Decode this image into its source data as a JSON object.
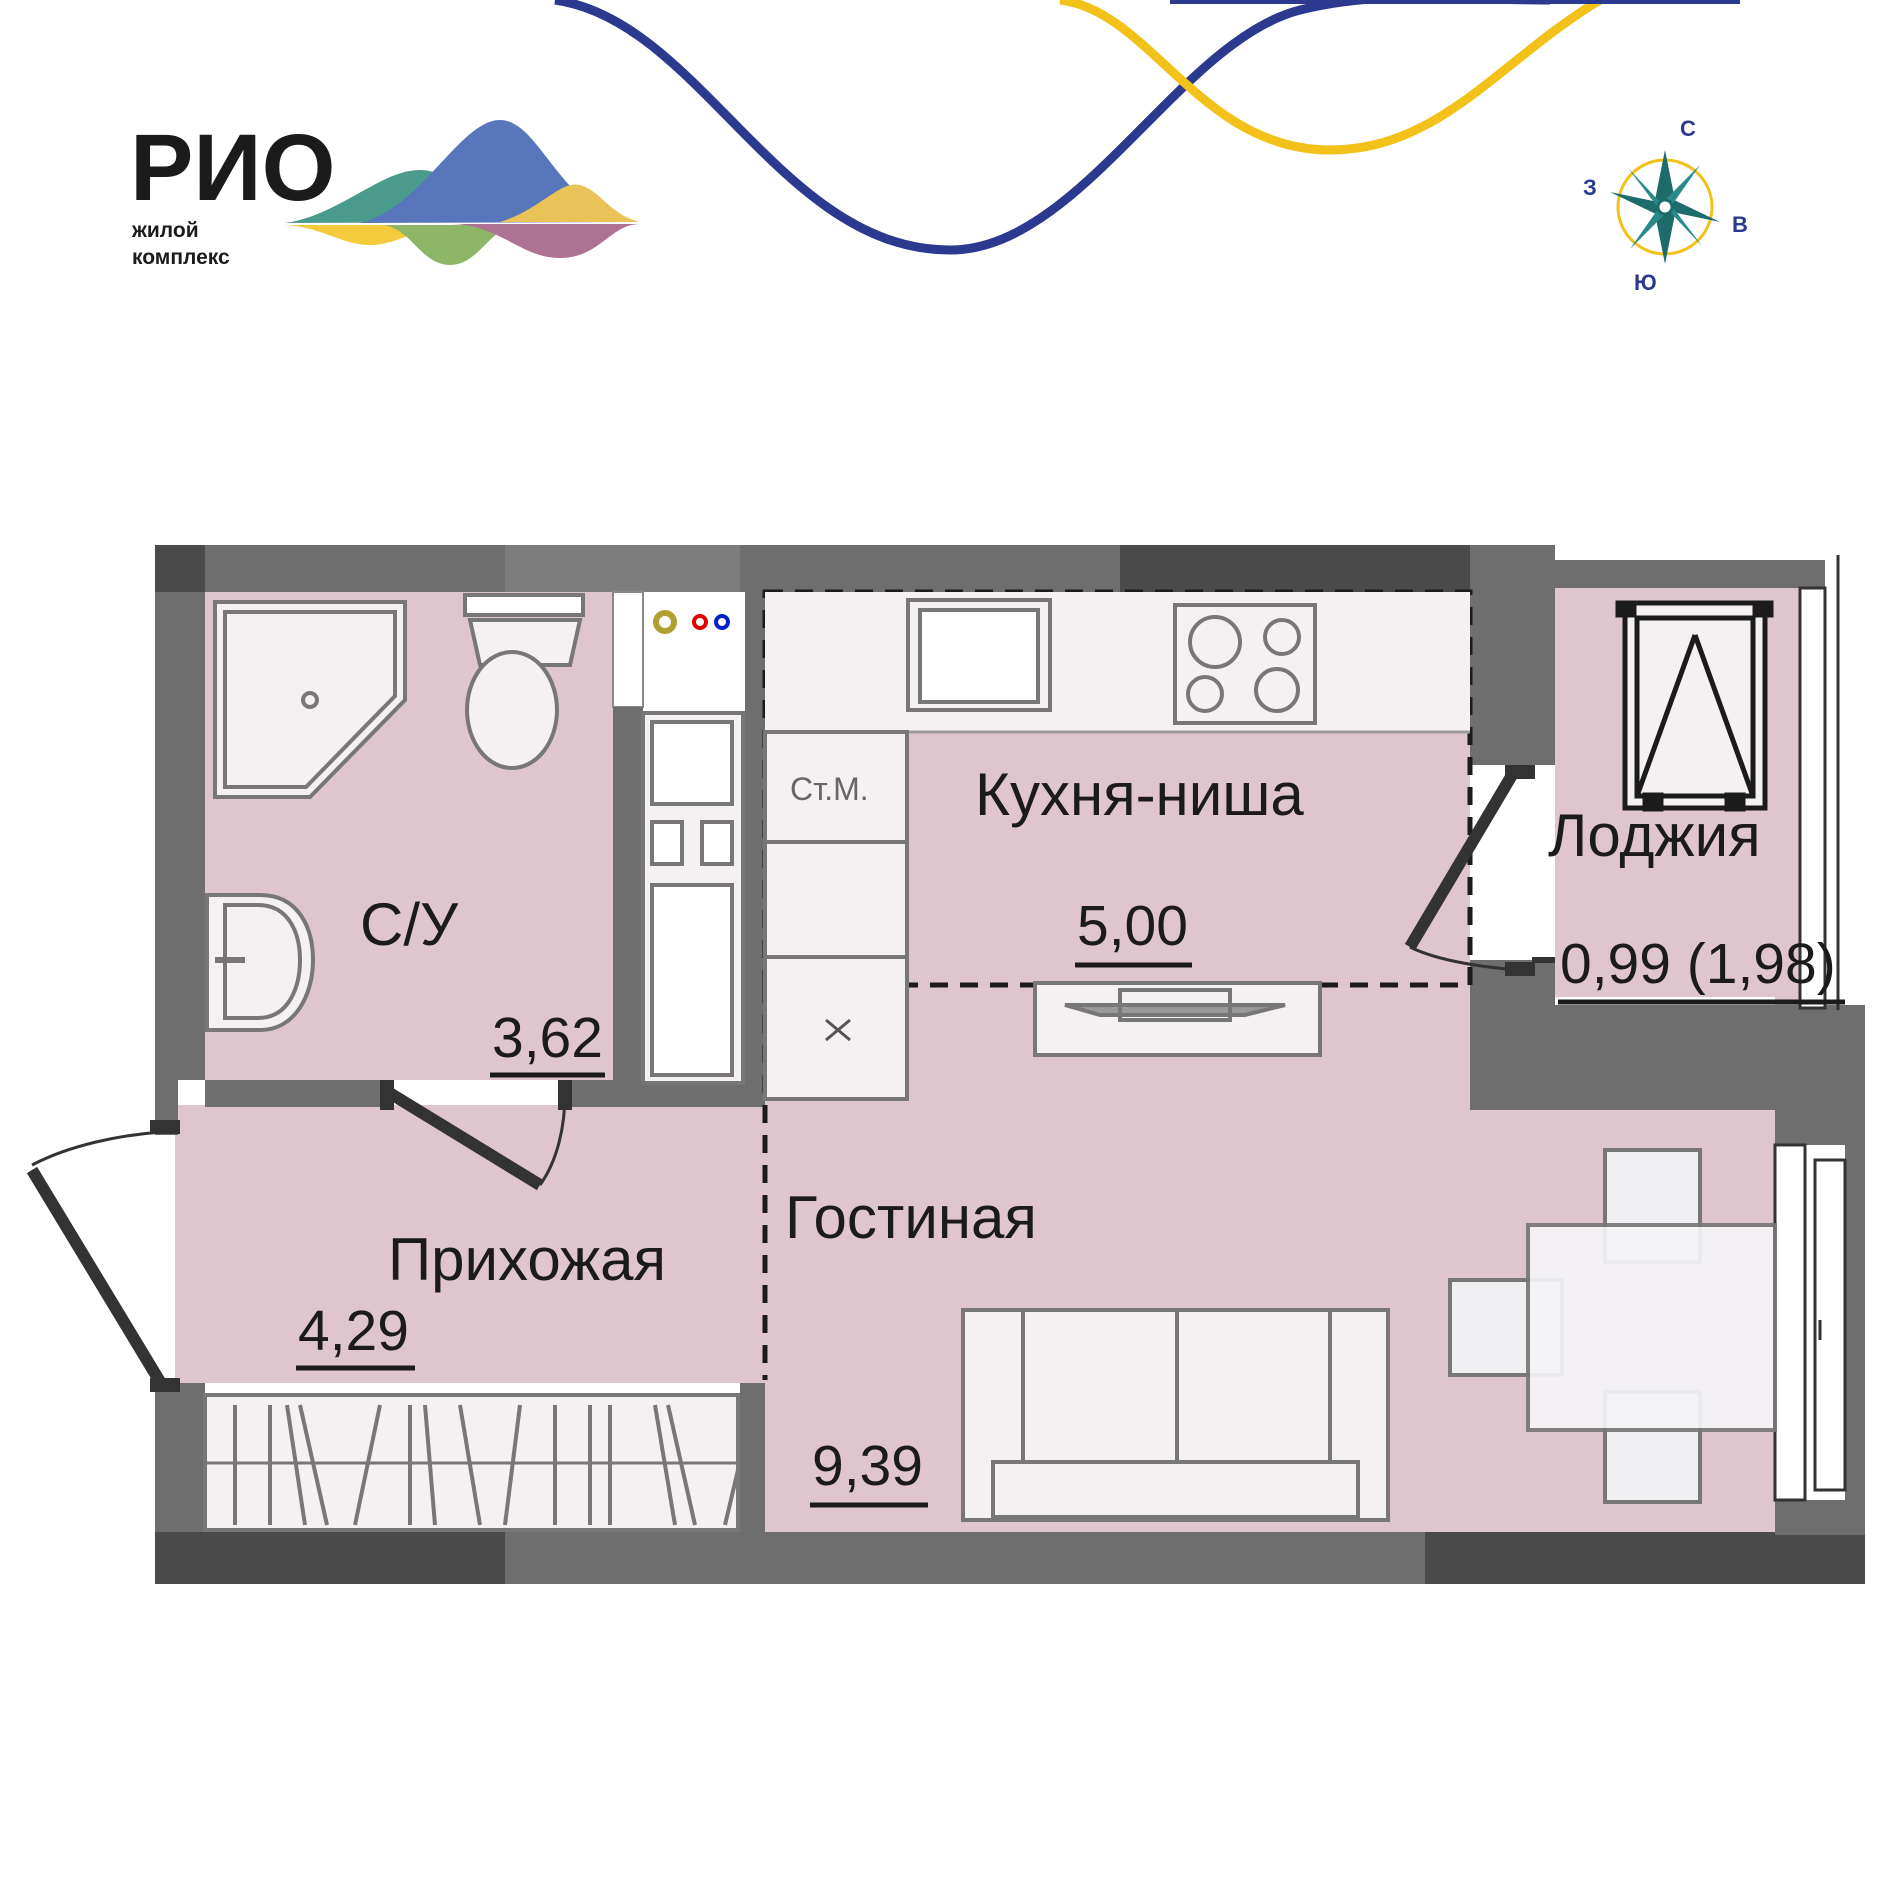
{
  "logo": {
    "name": "РИО",
    "tagline_line1": "жилой",
    "tagline_line2": "комплекс"
  },
  "compass": {
    "north": "С",
    "south": "Ю",
    "east": "В",
    "west": "З"
  },
  "rooms": {
    "bathroom": {
      "label": "С/У",
      "area": "3,62"
    },
    "hallway": {
      "label": "Прихожая",
      "area": "4,29"
    },
    "kitchen": {
      "label": "Кухня-ниша",
      "area": "5,00"
    },
    "living": {
      "label": "Гостиная",
      "area": "9,39"
    },
    "loggia": {
      "label": "Лоджия",
      "area": "0,99 (1,98)"
    }
  },
  "fixtures": {
    "washing_machine": "Ст.М."
  },
  "colors": {
    "room_fill": "#dfc6ce",
    "wall": "#6e6e6e",
    "wall_dark": "#4a4a4a",
    "navy": "#2b3a8f",
    "yellow": "#f2c21b",
    "teal": "#1e6b6b"
  }
}
